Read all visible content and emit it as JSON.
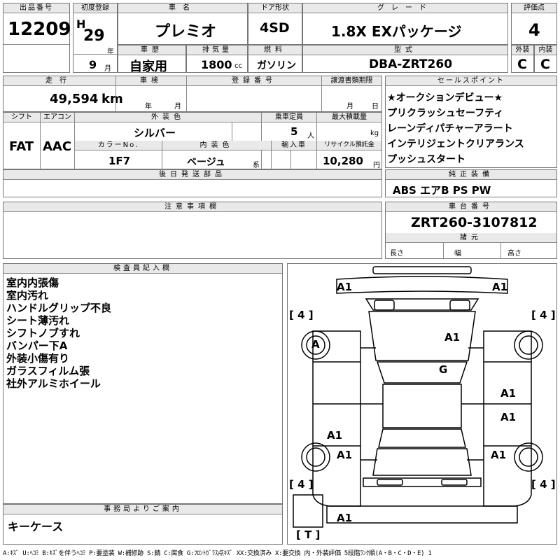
{
  "header": {
    "lot_no_label": "出品番号",
    "lot_no": "12209",
    "first_reg_label": "初度登録",
    "era": "H",
    "year": "29",
    "year_unit": "年",
    "month": "9",
    "month_unit": "月",
    "car_name_label": "車名",
    "car_name": "プレミオ",
    "door_label": "ドア形状",
    "door": "4SD",
    "grade_label": "グレード",
    "grade": "1.8X EXパッケージ",
    "score_label": "評価点",
    "score": "4",
    "history_label": "車歴",
    "history": "自家用",
    "displacement_label": "排気量",
    "displacement": "1800",
    "displacement_unit": "cc",
    "fuel_label": "燃料",
    "fuel": "ガソリン",
    "model_label": "型式",
    "model": "DBA-ZRT260",
    "ext_label": "外装",
    "ext": "C",
    "int_label": "内装",
    "int": "C"
  },
  "row2": {
    "mileage_label": "走行",
    "mileage": "49,594",
    "mileage_unit": "km",
    "inspection_label": "車検",
    "insp_year_unit": "年",
    "insp_month_unit": "月",
    "reg_no_label": "登録番号",
    "transfer_label": "譲渡書類期限",
    "transfer_month_unit": "月",
    "transfer_day_unit": "日",
    "shift_label": "シフト",
    "shift": "FAT",
    "ac_label": "エアコン",
    "ac": "AAC",
    "color_label": "外装色",
    "color": "シルバー",
    "capacity_label": "乗車定員",
    "capacity": "5",
    "capacity_unit": "人",
    "load_label": "最大積載量",
    "load_unit": "kg",
    "color_no_label": "カラーNo.",
    "color_no": "1F7",
    "interior_color_label": "内装色",
    "interior_color": "ベージュ",
    "interior_color_unit": "系",
    "import_label": "輸入車",
    "recycle_label": "リサイクル預託金",
    "recycle": "10,280",
    "recycle_unit": "円",
    "later_parts_label": "後日発送部品"
  },
  "sales_points": {
    "label": "セールスポイント",
    "lines": [
      "★オークションデビュー★",
      "プリクラッシュセーフティ",
      "レーンディパチャーアラート",
      "インテリジェントクリアランス",
      "プッシュスタート"
    ]
  },
  "equipment": {
    "label": "純正装備",
    "value": "ABS エアB PS PW"
  },
  "caution": {
    "label": "注意事項欄"
  },
  "chassis": {
    "label": "車台番号",
    "value": "ZRT260-3107812",
    "dims_label": "諸元",
    "length_label": "長さ",
    "width_label": "幅",
    "height_label": "高さ"
  },
  "inspector": {
    "label": "検査員記入欄",
    "lines": [
      "室内内張傷",
      "室内汚れ",
      "ハンドルグリップ不良",
      "シート薄汚れ",
      "シフトノブすれ",
      "バンパー下A",
      "外装小傷有り",
      "ガラスフィルム張",
      "社外アルミホイール"
    ]
  },
  "office": {
    "label": "事務局よりご案内",
    "value": "キーケース"
  },
  "diagram": {
    "tire_fl": "[ 4 ]",
    "tire_fr": "[ 4 ]",
    "tire_rl": "[ 4 ]",
    "tire_rr": "[ 4 ]",
    "spare": "[ T ]",
    "marks": {
      "front_bumper_left": "A1",
      "front_bumper_right": "A1",
      "front_wheel_left": "A",
      "hood": "A1",
      "roof": "G",
      "right_front_door": "A1",
      "right_rear_door": "A1",
      "left_rear_door": "A1",
      "rear_wheel_left": "A1",
      "rear_wheel_right": "A1",
      "rear_bumper_left": "A1"
    }
  },
  "legend": "A:ｷｽﾞ U:ﾍｺﾐ B:ｷｽﾞを伴うﾍｺﾐ P:要塗装 W:補修跡 S:錆 C:腐食 G:ﾌﾛﾝﾄｶﾞﾗｽ点ｷｽﾞ XX:交換済み X:要交換 内・外装評価 5段階ﾗﾝｸ順(A・B・C・D・E) 1"
}
